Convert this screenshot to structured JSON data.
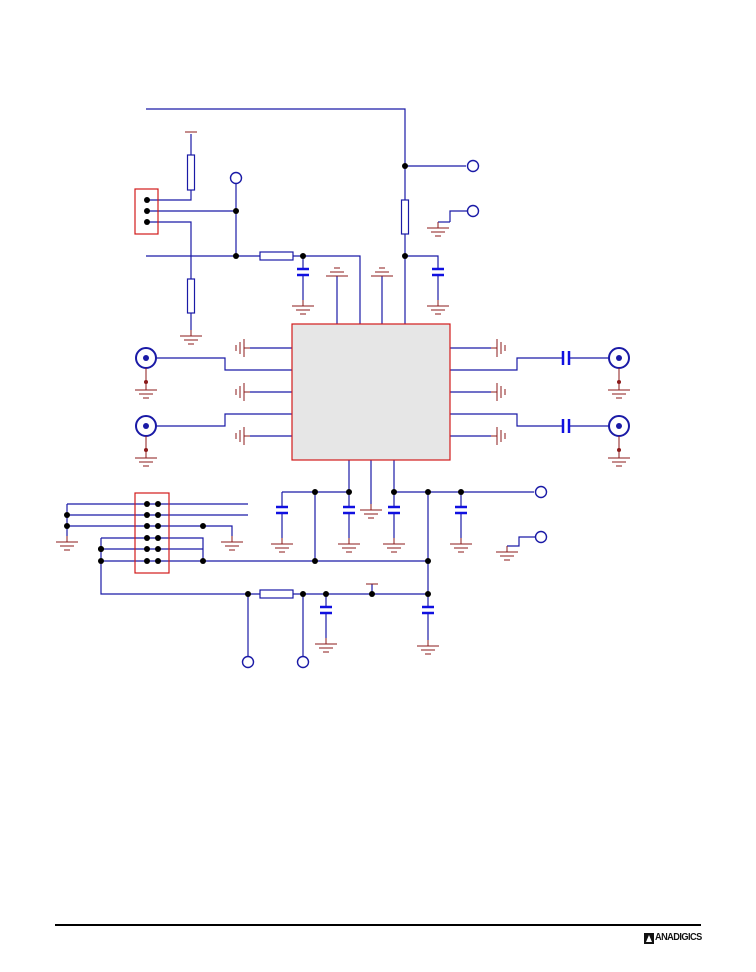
{
  "document": {
    "type": "schematic",
    "brand": "ANADIGICS"
  },
  "colors": {
    "wire": "#1a1aa6",
    "component_outline": "#d11a1a",
    "ic_fill": "#e6e6e6",
    "ground": "#8b1a1a",
    "capacitor": "#1010e0",
    "junction": "#000000",
    "rule": "#000000"
  },
  "icons": {
    "ic_body": "ic-chip-body",
    "connector_3pin": "header-connector-icon",
    "connector_2x6": "header-connector-icon",
    "sma_connector": "sma-connector-icon",
    "test_point": "test-point-icon",
    "ground": "ground-icon",
    "capacitor": "capacitor-icon",
    "resistor": "resistor-icon"
  }
}
